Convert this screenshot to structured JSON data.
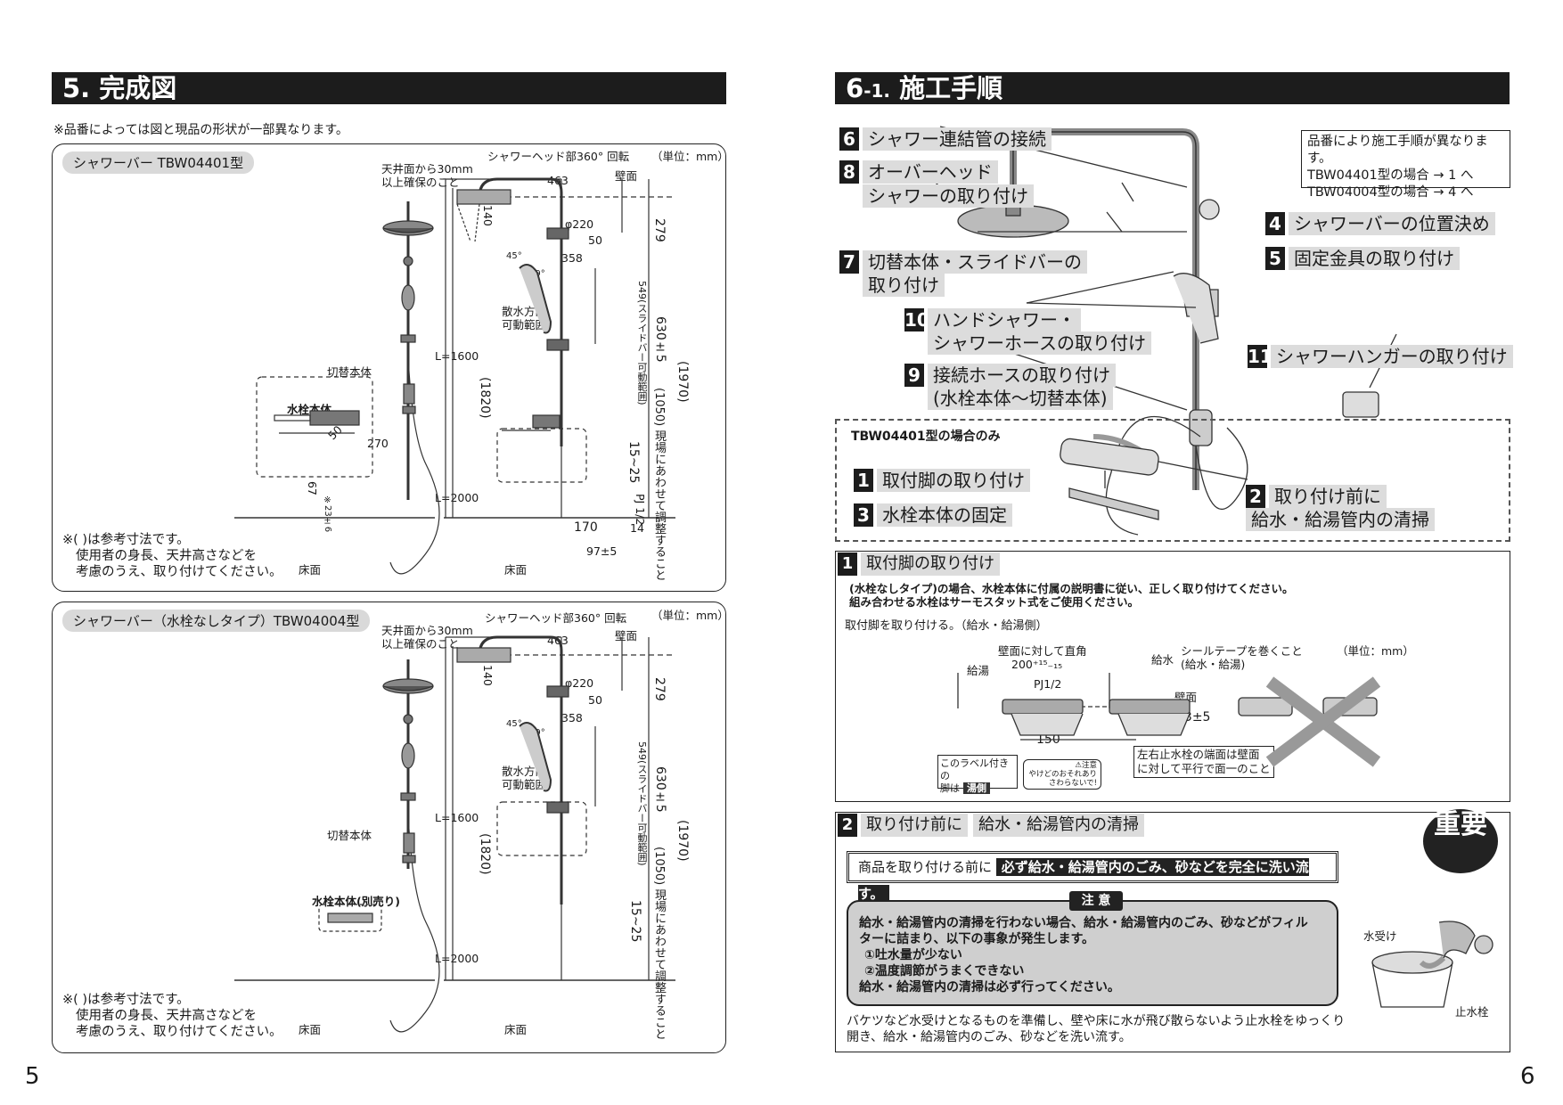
{
  "left": {
    "page_number": "5",
    "section_title": "5. 完成図",
    "note_top": "※品番によっては図と現品の形状が一部異なります。",
    "panel1": {
      "label": "シャワーバー TBW04401型",
      "unit": "（単位：mm）",
      "ceiling_note_1": "天井面から30mm",
      "ceiling_note_2": "以上確保のこと",
      "head_rotation": "シャワーヘッド部360° 回転",
      "dim_463": "463",
      "wall": "壁面",
      "dim_140": "140",
      "dim_220": "φ220",
      "dim_50": "50",
      "dim_279": "279",
      "dim_358": "358",
      "angle_45": "45°",
      "angle_19": "19°",
      "spray_range_1": "散水方向",
      "spray_range_2": "可動範囲",
      "dim_630": "630±5",
      "dim_549": "549(スライドバー可動範囲)",
      "dim_L1600": "L=1600",
      "switch_body": "切替本体",
      "faucet_body": "水栓本体",
      "dim_1820": "(1820)",
      "dim_1970": "(1970)",
      "dim_270": "270",
      "dim_50b": "50",
      "dim_67": "67",
      "dim_23": "※23±6",
      "dim_L2000": "L=2000",
      "dim_15_25": "15~25",
      "dim_pj": "PJ 1/2",
      "dim_14": "14",
      "dim_170": "170",
      "dim_97": "97±5",
      "dim_1050": "(1050) 現場にあわせて調整すること",
      "floor_1": "床面",
      "floor_2": "床面",
      "ref_note_1": "※(  )は参考寸法です。",
      "ref_note_2": "使用者の身長、天井高さなどを",
      "ref_note_3": "考慮のうえ、取り付けてください。"
    },
    "panel2": {
      "label": "シャワーバー（水栓なしタイプ）TBW04004型",
      "unit": "（単位：mm）",
      "ceiling_note_1": "天井面から30mm",
      "ceiling_note_2": "以上確保のこと",
      "head_rotation": "シャワーヘッド部360° 回転",
      "dim_463": "463",
      "wall": "壁面",
      "dim_140": "140",
      "dim_220": "φ220",
      "dim_50": "50",
      "dim_279": "279",
      "dim_358": "358",
      "angle_45": "45°",
      "angle_19": "19°",
      "spray_range_1": "散水方向",
      "spray_range_2": "可動範囲",
      "dim_630": "630±5",
      "dim_549": "549(スライドバー可動範囲)",
      "dim_L1600": "L=1600",
      "switch_body": "切替本体",
      "faucet_body": "水栓本体(別売り)",
      "dim_1820": "(1820)",
      "dim_1970": "(1970)",
      "dim_L2000": "L=2000",
      "dim_15_25": "15~25",
      "dim_1050": "(1050) 現場にあわせて調整すること",
      "floor_1": "床面",
      "floor_2": "床面",
      "ref_note_1": "※(  )は参考寸法です。",
      "ref_note_2": "使用者の身長、天井高さなどを",
      "ref_note_3": "考慮のうえ、取り付けてください。"
    }
  },
  "right": {
    "page_number": "6",
    "section_title_main": "6",
    "section_title_sub": "-1.",
    "section_title_rest": " 施工手順",
    "order_note": {
      "line1": "品番により施工手順が異なります。",
      "line2": "TBW04401型の場合 → 1 へ",
      "line3": "TBW04004型の場合 → 4 へ"
    },
    "steps": [
      {
        "num": "6",
        "line1": "シャワー連結管の接続",
        "line2": ""
      },
      {
        "num": "8",
        "line1": "オーバーヘッド",
        "line2": "シャワーの取り付け"
      },
      {
        "num": "7",
        "line1": "切替本体・スライドバーの",
        "line2": "取り付け"
      },
      {
        "num": "10",
        "line1": "ハンドシャワー・",
        "line2": "シャワーホースの取り付け"
      },
      {
        "num": "9",
        "line1": "接続ホースの取り付け",
        "line2": "(水栓本体～切替本体)"
      },
      {
        "num": "4",
        "line1": "シャワーバーの位置決め",
        "line2": ""
      },
      {
        "num": "5",
        "line1": "固定金具の取り付け",
        "line2": ""
      },
      {
        "num": "11",
        "line1": "シャワーハンガーの取り付け",
        "line2": ""
      },
      {
        "num": "1",
        "line1": "取付脚の取り付け",
        "line2": ""
      },
      {
        "num": "3",
        "line1": "水栓本体の固定",
        "line2": ""
      },
      {
        "num": "2",
        "line1": "取り付け前に",
        "line2": "給水・給湯管内の清掃"
      }
    ],
    "only_tbw04401": "TBW04401型の場合のみ",
    "step1": {
      "num": "1",
      "title": "取付脚の取り付け",
      "note1": "(水栓なしタイプ)の場合、水栓本体に付属の説明書に従い、正しく取り付けてください。",
      "note2": "組み合わせる水栓はサーモスタット式をご使用ください。",
      "intro": "取付脚を取り付ける。（給水・給湯側）",
      "unit": "（単位：mm）",
      "wall_perp": "壁面に対して直角",
      "dim_200": "200⁺¹⁵₋₁₅",
      "hot": "給湯",
      "cold": "給水",
      "pj": "PJ1/2",
      "seal_1": "シールテープを巻くこと",
      "seal_2": "(給水・給湯)",
      "wall": "壁面",
      "dim_53": "53±5",
      "dim_150": "150",
      "label_note_1": "このラベル付きの",
      "label_note_2": "脚は",
      "hot_label": "湯側",
      "caution_1": "⚠注意",
      "caution_2": "やけどのおそれあり",
      "caution_3": "さわらないで!",
      "parallel_1": "左右止水栓の端面は壁面",
      "parallel_2": "に対して平行で面一のこと"
    },
    "step2": {
      "num": "2",
      "title_a": "取り付け前に",
      "title_b": "給水・給湯管内の清掃",
      "important": "重要",
      "banner_a": "商品を取り付ける前に",
      "banner_b": "必ず給水・給湯管内のごみ、砂などを完全に洗い流す。",
      "caution_title": "注 意",
      "caution_line1": "給水・給湯管内の清掃を行わない場合、給水・給湯管内のごみ、砂などがフィル",
      "caution_line2": "ターに詰まり、以下の事象が発生します。",
      "caution_line3": "①吐水量が少ない",
      "caution_line4": "②温度調節がうまくできない",
      "caution_line5": "給水・給湯管内の清掃は必ず行ってください。",
      "bucket": "水受け",
      "stop_valve": "止水栓",
      "footer_1": "バケツなど水受けとなるものを準備し、壁や床に水が飛び散らないよう止水栓をゆっくり",
      "footer_2": "開き、給水・給湯管内のごみ、砂などを洗い流す。"
    }
  }
}
